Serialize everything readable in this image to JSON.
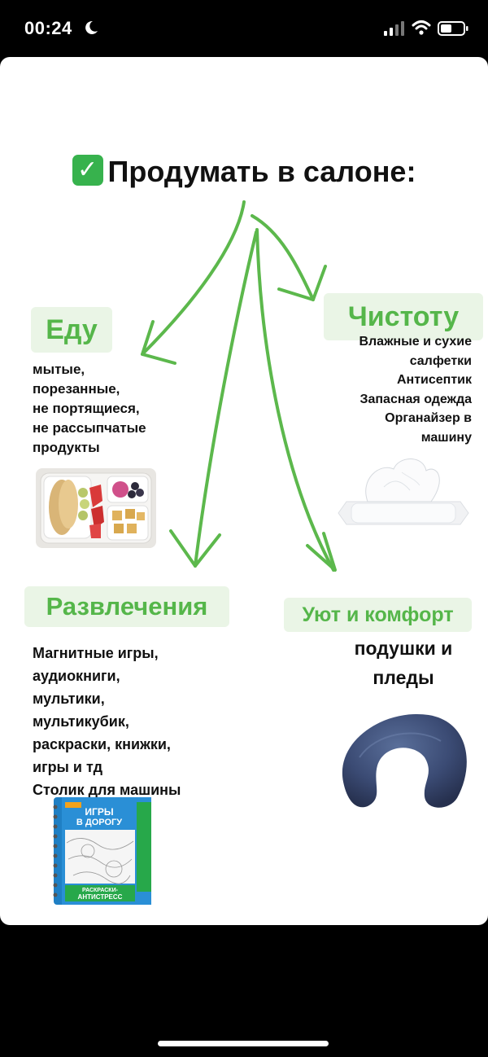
{
  "status_bar": {
    "time": "00:24"
  },
  "title": "Продумать в салоне:",
  "sections": {
    "food": {
      "label": "Еду",
      "lines": [
        "мытые,",
        "порезанные,",
        "не портящиеся,",
        "не рассыпчатые",
        "продукты"
      ]
    },
    "cleanliness": {
      "label": "Чистоту",
      "lines": [
        "Влажные и сухие",
        "салфетки",
        "Антисептик",
        "Запасная одежда",
        "Органайзер в",
        "машину"
      ]
    },
    "entertainment": {
      "label": "Развлечения",
      "lines": [
        "Магнитные игры,",
        "аудиокниги,",
        "мультики,",
        "мультикубик,",
        "раскраски, книжки,",
        "игры и тд",
        "Столик для машины"
      ]
    },
    "comfort": {
      "label": "Уют и комфорт",
      "lines": [
        "подушки и",
        "пледы"
      ]
    }
  },
  "book": {
    "title_top": "ИГРЫ",
    "title_mid": "В ДОРОГУ",
    "title_bottom": "РАСКРАСКИ-",
    "title_bottom2": "АНТИСТРЕСС"
  },
  "colors": {
    "accent_green": "#55b64a",
    "tag_bg": "#eaf5e6",
    "check_green": "#37b24d"
  }
}
